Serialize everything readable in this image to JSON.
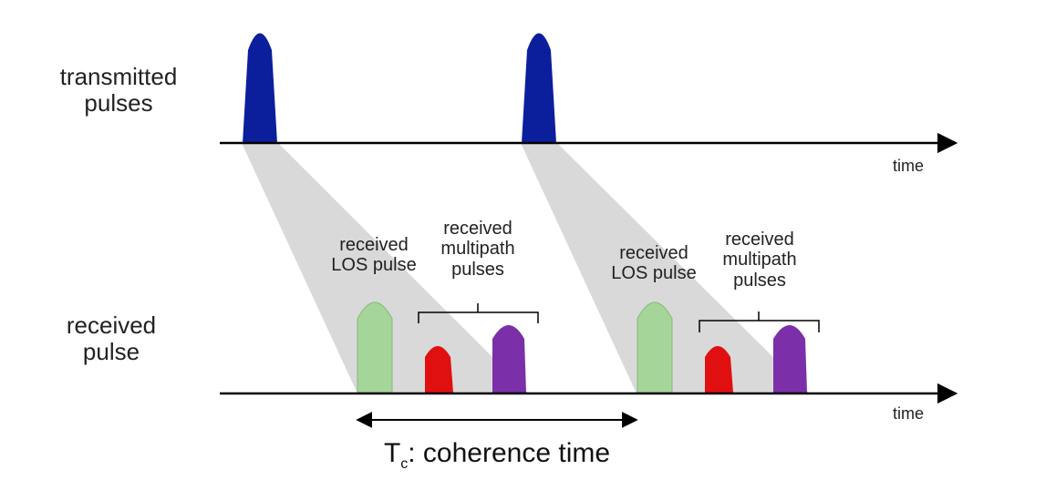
{
  "labels": {
    "transmitted_line1": "transmitted",
    "transmitted_line2": "pulses",
    "received_line1": "received",
    "received_line2": "pulse",
    "time_top": "time",
    "time_bottom": "time",
    "los_1_line1": "received",
    "los_1_line2": "LOS pulse",
    "multipath_1_line1": "received",
    "multipath_1_line2": "multipath",
    "multipath_1_line3": "pulses",
    "los_2_line1": "received",
    "los_2_line2": "LOS pulse",
    "multipath_2_line1": "received",
    "multipath_2_line2": "multipath",
    "multipath_2_line3": "pulses",
    "coherence_T": "T",
    "coherence_sub": "c",
    "coherence_rest": ": coherence time"
  },
  "colors": {
    "transmitted_pulse": "#0b1f9c",
    "los_pulse": "#a6d59a",
    "multipath_pulse_1": "#e01010",
    "multipath_pulse_2": "#7b2fa8",
    "cone": "#d9d9d9",
    "axis": "#000000"
  }
}
